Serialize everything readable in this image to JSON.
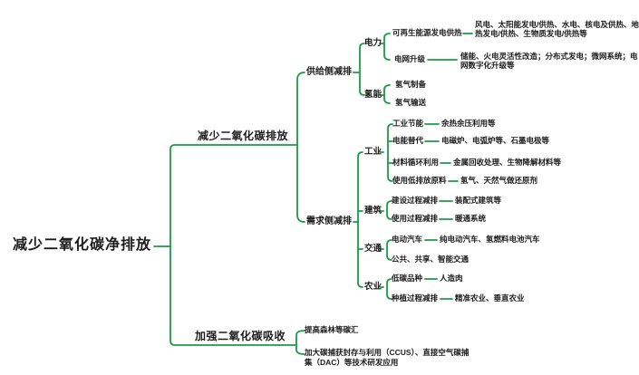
{
  "colors": {
    "line_green": "#199c44",
    "text": "#1c1c1c",
    "background": "#ffffff"
  },
  "mindmap": {
    "root": {
      "label": "减少二氧化碳净排放"
    },
    "reduce": {
      "label": "减少二氧化碳排放",
      "supply": {
        "label": "供给侧减排",
        "power": {
          "label": "电力",
          "renewable": {
            "label": "可再生能源发电供热",
            "detail": "风电、太阳能发电/供热、水电、核电及供热、地热发电/供热、生物质发电/供热等"
          },
          "grid": {
            "label": "电网升级",
            "detail": "储能、火电灵活性改造；分布式发电；微网系统；电网数字化升级等"
          }
        },
        "hydrogen": {
          "label": "氢能",
          "produce": {
            "label": "氢气制备"
          },
          "deliver": {
            "label": "氢气输送"
          }
        }
      },
      "demand": {
        "label": "需求侧减排",
        "industry": {
          "label": "工业",
          "saving": {
            "label": "工业节能",
            "detail": "余热余压利用等"
          },
          "electrify": {
            "label": "电能替代",
            "detail": "电磁炉、电弧炉等、石墨电极等"
          },
          "recycle": {
            "label": "材料循环利用",
            "detail": "金属回收处理、生物降解材料等"
          },
          "feedstock": {
            "label": "使用低排放原料",
            "detail": "氢气、天然气做还原剂"
          }
        },
        "building": {
          "label": "建筑",
          "construction": {
            "label": "建设过程减排",
            "detail": "装配式建筑等"
          },
          "operation": {
            "label": "使用过程减排",
            "detail": "暖通系统"
          }
        },
        "transport": {
          "label": "交通",
          "ev": {
            "label": "电动汽车",
            "detail": "纯电动汽车、氢燃料电池汽车"
          },
          "public": {
            "label": "公共、共享、智能交通"
          }
        },
        "agriculture": {
          "label": "农业",
          "variety": {
            "label": "低碳品种",
            "detail": "人造肉"
          },
          "planting": {
            "label": "种植过程减排",
            "detail": "精准农业、垂直农业"
          }
        }
      }
    },
    "absorb": {
      "label": "加强二氧化碳吸收",
      "forest": {
        "label": "提高森林等碳汇"
      },
      "ccus": {
        "label": "加大碳捕获封存与利用（CCUS）、直接空气碳捕集（DAC）等技术研发应用"
      }
    }
  }
}
